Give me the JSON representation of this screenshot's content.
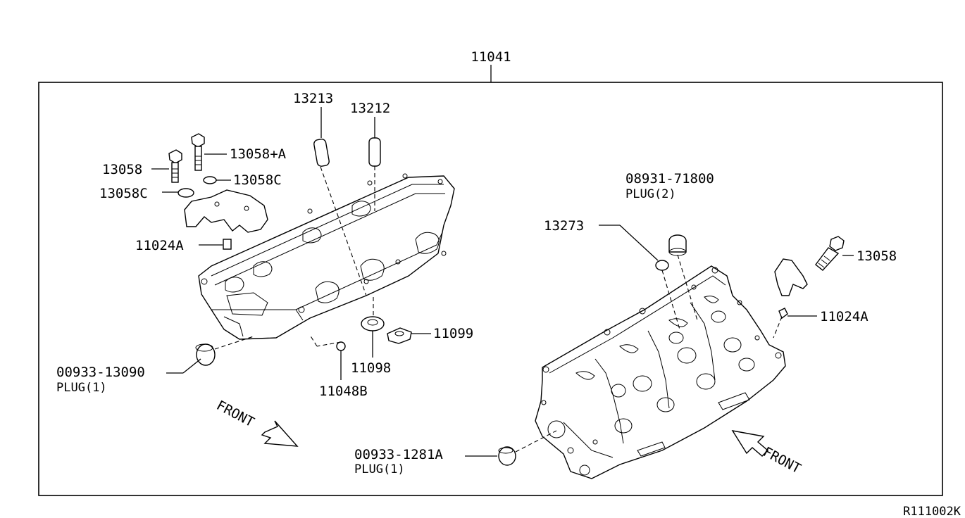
{
  "diagram": {
    "assembly_part": "11041",
    "reference_code": "R111002K",
    "front_label": "FRONT",
    "left_head": {
      "parts": {
        "p13213": "13213",
        "p13212": "13212",
        "p13058_a": "13058+A",
        "p13058": "13058",
        "p13058c_right": "13058C",
        "p13058c_left": "13058C",
        "p11024a": "11024A",
        "p11099": "11099",
        "p11098": "11098",
        "p11048b": "11048B",
        "plug_part": "00933-13090",
        "plug_label": "PLUG(1)"
      }
    },
    "right_head": {
      "parts": {
        "plug2_part": "08931-71800",
        "plug2_label": "PLUG(2)",
        "p13273": "13273",
        "p13058": "13058",
        "p11024a": "11024A",
        "plug1_part": "00933-1281A",
        "plug1_label": "PLUG(1)"
      }
    }
  }
}
